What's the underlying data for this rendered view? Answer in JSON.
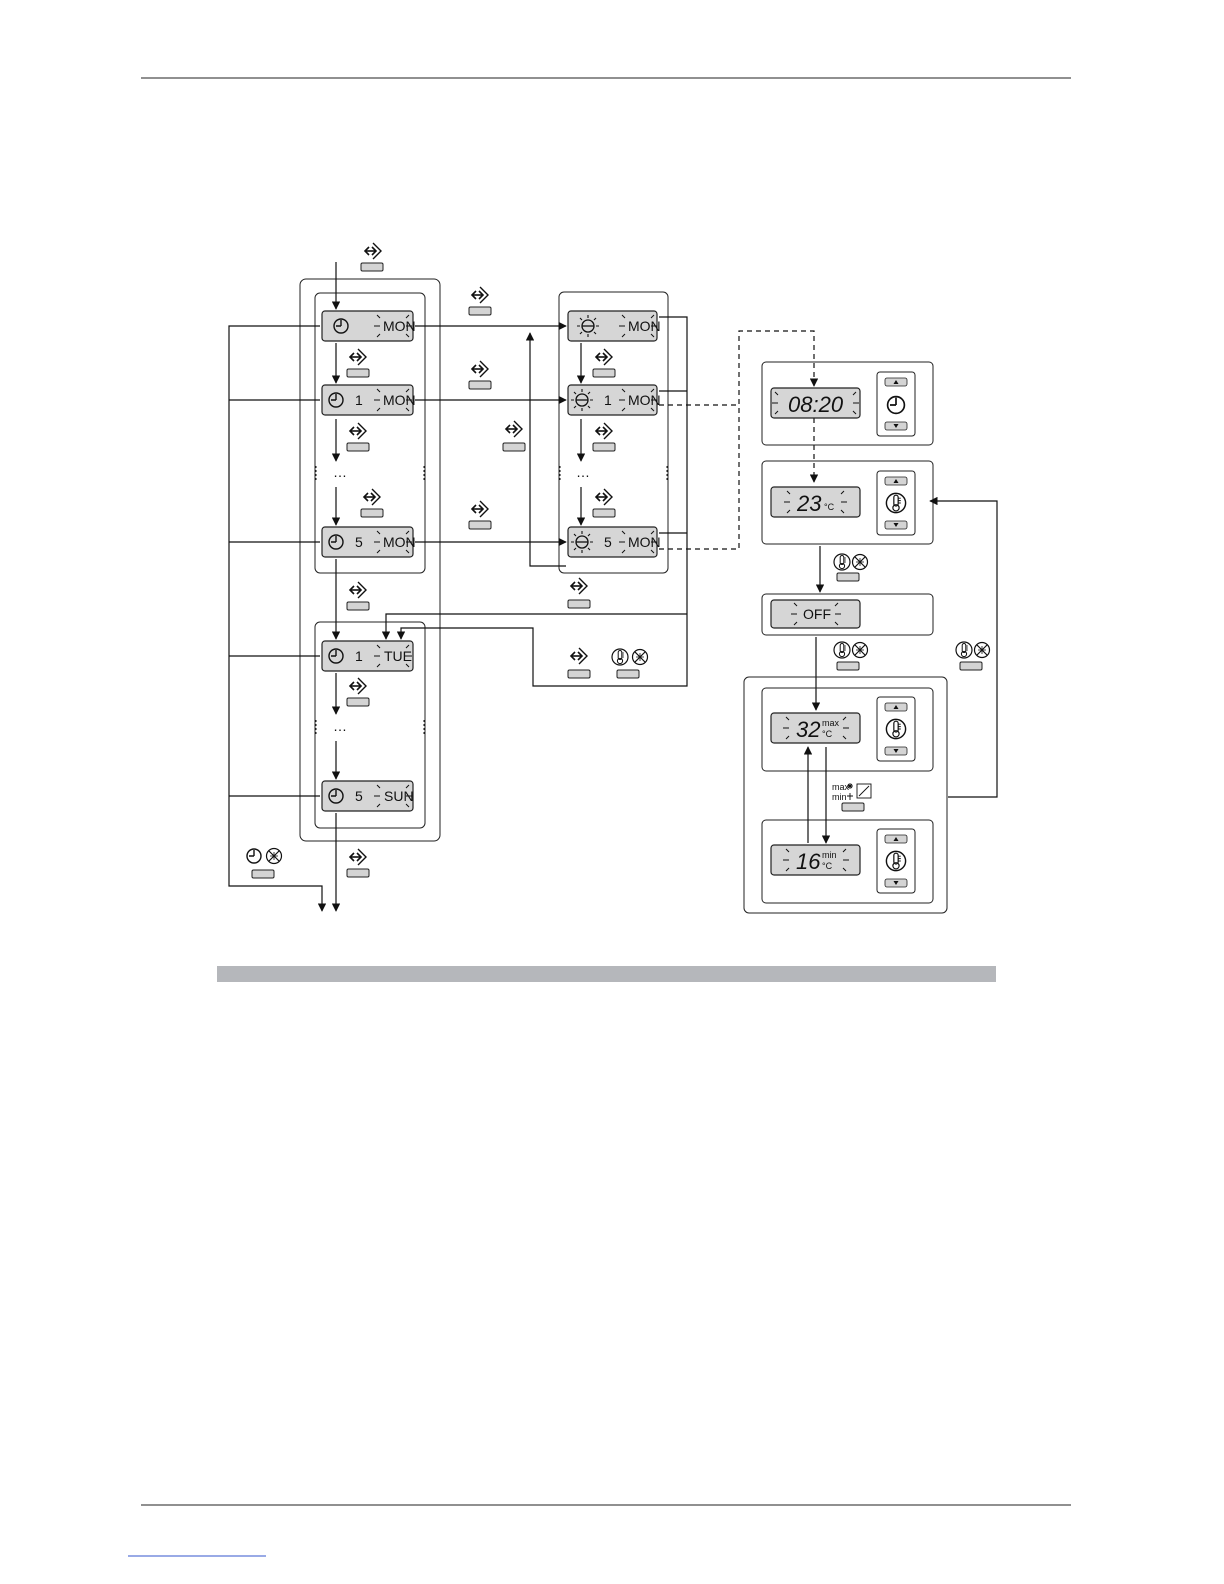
{
  "page": {
    "footer_link_text": ""
  },
  "icons": {
    "enter": "enter-arrow-icon",
    "clock": "clock-icon",
    "timer": "timer-icon",
    "thermometer": "thermometer-icon",
    "cancel": "cancel-icon",
    "max_min": "max-min-icon",
    "up": "up-triangle-icon",
    "down": "down-triangle-icon"
  },
  "left_column": {
    "step1": {
      "number": "",
      "day": "MON"
    },
    "step2": {
      "number": "1",
      "day": "MON"
    },
    "step3": {
      "number": "5",
      "day": "MON"
    },
    "step4": {
      "number": "1",
      "day": "TUE"
    },
    "step5": {
      "number": "5",
      "day": "SUN"
    },
    "ellipsis": "…"
  },
  "middle_column": {
    "step1": {
      "number": "",
      "day": "MON"
    },
    "step2": {
      "number": "1",
      "day": "MON"
    },
    "step3": {
      "number": "5",
      "day": "MON"
    },
    "ellipsis": "…"
  },
  "right_column": {
    "time_display": "08:20",
    "temp_display": {
      "value": "23",
      "unit": "°C"
    },
    "off_display": "OFF",
    "max_display": {
      "value": "32",
      "label": "max",
      "unit": "°C"
    },
    "min_display": {
      "value": "16",
      "label": "min",
      "unit": "°C"
    },
    "max_min_button": {
      "max": "max",
      "min": "min"
    }
  }
}
